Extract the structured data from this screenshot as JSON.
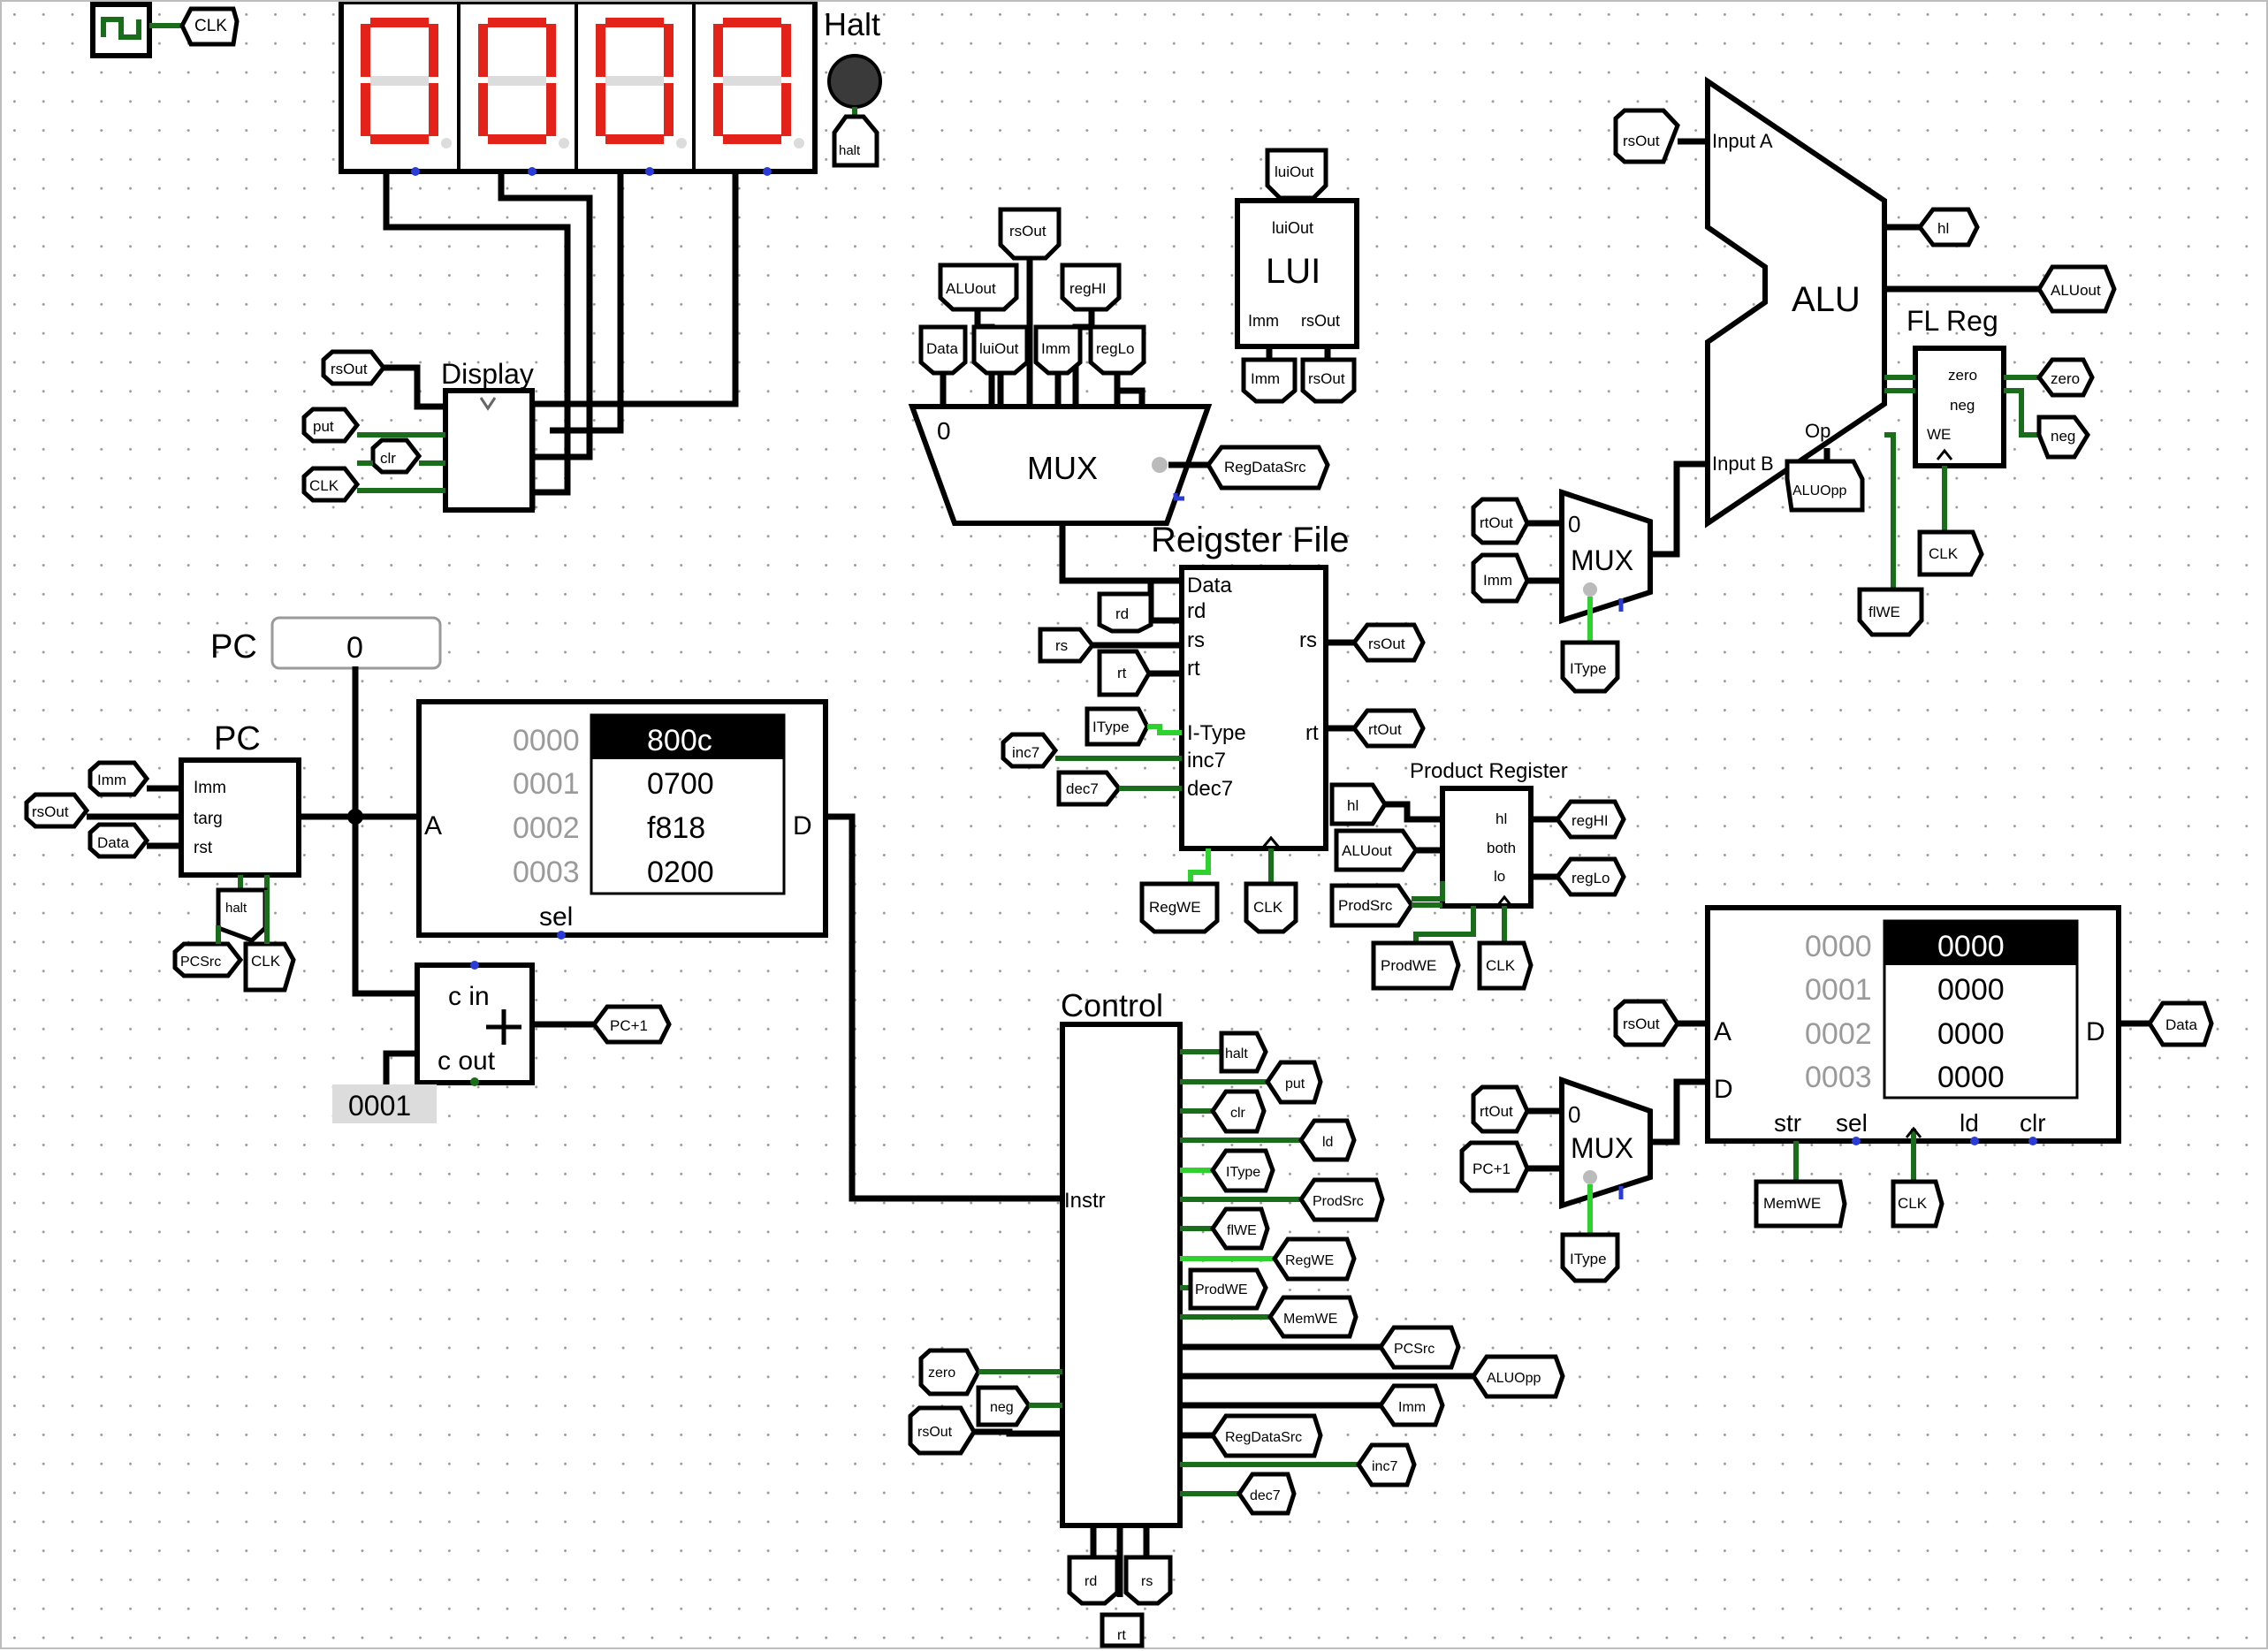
{
  "canvas_title": "",
  "clock": {
    "label": "CLK"
  },
  "halt": {
    "title": "Halt",
    "tag": "halt"
  },
  "seven_seg": {
    "digits": [
      "0",
      "0",
      "0",
      "0"
    ]
  },
  "display_block": {
    "title": "Display",
    "inputs": [
      "rsOut",
      "put",
      "clr",
      "CLK"
    ]
  },
  "pc_probe": {
    "label": "PC",
    "value": "0"
  },
  "pc_block": {
    "title": "PC",
    "pins": [
      "Imm",
      "targ",
      "rst"
    ],
    "inputs": [
      "Imm",
      "rsOut",
      "Data"
    ],
    "bottom": [
      "halt",
      "PCSrc",
      "CLK"
    ]
  },
  "instr_mem": {
    "port_a": "A",
    "port_d": "D",
    "sel": "sel",
    "rows": [
      {
        "addr": "0000",
        "val": "800c",
        "selected": true
      },
      {
        "addr": "0001",
        "val": "0700",
        "selected": false
      },
      {
        "addr": "0002",
        "val": "f818",
        "selected": false
      },
      {
        "addr": "0003",
        "val": "0200",
        "selected": false
      }
    ]
  },
  "adder": {
    "cin": "c in",
    "cout": "c out",
    "const": "0001",
    "out_tag": "PC+1"
  },
  "mux_top": {
    "label": "MUX",
    "zero": "0",
    "select_tag": "RegDataSrc",
    "inputs": [
      "Data",
      "luiOut",
      "Imm",
      "regLo"
    ],
    "upper_tags": [
      "ALUout",
      "rsOut",
      "regHI"
    ]
  },
  "lui": {
    "title": "LUI",
    "out_tag": "luiOut",
    "pin_out": "luiOut",
    "pin_imm": "Imm",
    "pin_rs": "rsOut",
    "in_tags": [
      "Imm",
      "rsOut"
    ]
  },
  "regfile": {
    "title": "Reigster File",
    "left_pins": [
      "Data",
      "rd",
      "rs",
      "rt",
      "I-Type",
      "inc7",
      "dec7"
    ],
    "right_pins": [
      "rs",
      "rt"
    ],
    "left_tags": [
      "rd",
      "rs",
      "rt",
      "IType",
      "inc7",
      "dec7"
    ],
    "right_tags": [
      "rsOut",
      "rtOut"
    ],
    "bottom_tags": [
      "RegWE",
      "CLK"
    ]
  },
  "alu": {
    "title": "ALU",
    "input_a": "Input A",
    "input_b": "Input B",
    "op": "Op",
    "in_tag_a": "rsOut",
    "out_tags": [
      "hl",
      "ALUout"
    ],
    "op_tag": "ALUOpp"
  },
  "fl_reg": {
    "title": "FL Reg",
    "pins": [
      "zero",
      "neg",
      "WE"
    ],
    "out_tags": [
      "zero",
      "neg"
    ],
    "bottom_tags": [
      "CLK",
      "flWE"
    ]
  },
  "mux_alu": {
    "label": "MUX",
    "zero": "0",
    "inputs": [
      "rtOut",
      "Imm"
    ],
    "select_tag": "IType"
  },
  "product_reg": {
    "title": "Product Register",
    "pins": [
      "hl",
      "both",
      "lo"
    ],
    "in_tags": [
      "hl",
      "ALUout",
      "ProdSrc"
    ],
    "out_tags": [
      "regHI",
      "regLo"
    ],
    "bottom_tags": [
      "ProdWE",
      "CLK"
    ]
  },
  "data_mem": {
    "port_a": "A",
    "port_d": "D",
    "port_d_in": "D",
    "bottom_pins": [
      "str",
      "sel",
      "ld",
      "clr"
    ],
    "rows": [
      {
        "addr": "0000",
        "val": "0000",
        "selected": true
      },
      {
        "addr": "0001",
        "val": "0000",
        "selected": false
      },
      {
        "addr": "0002",
        "val": "0000",
        "selected": false
      },
      {
        "addr": "0003",
        "val": "0000",
        "selected": false
      }
    ],
    "in_tag_a": "rsOut",
    "out_tag": "Data",
    "bottom_tags": [
      "MemWE",
      "CLK"
    ]
  },
  "mux_mem": {
    "label": "MUX",
    "zero": "0",
    "inputs": [
      "rtOut",
      "PC+1"
    ],
    "select_tag": "IType"
  },
  "control": {
    "title": "Control",
    "instr_pin": "Instr",
    "outputs": [
      "halt",
      "put",
      "clr",
      "ld",
      "IType",
      "ProdSrc",
      "flWE",
      "RegWE",
      "ProdWE",
      "MemWE",
      "PCSrc",
      "ALUOpp",
      "Imm",
      "RegDataSrc",
      "inc7",
      "dec7"
    ],
    "inputs": [
      "zero",
      "neg",
      "rsOut"
    ],
    "bottom_tags": [
      "rd",
      "rs",
      "rt"
    ]
  }
}
